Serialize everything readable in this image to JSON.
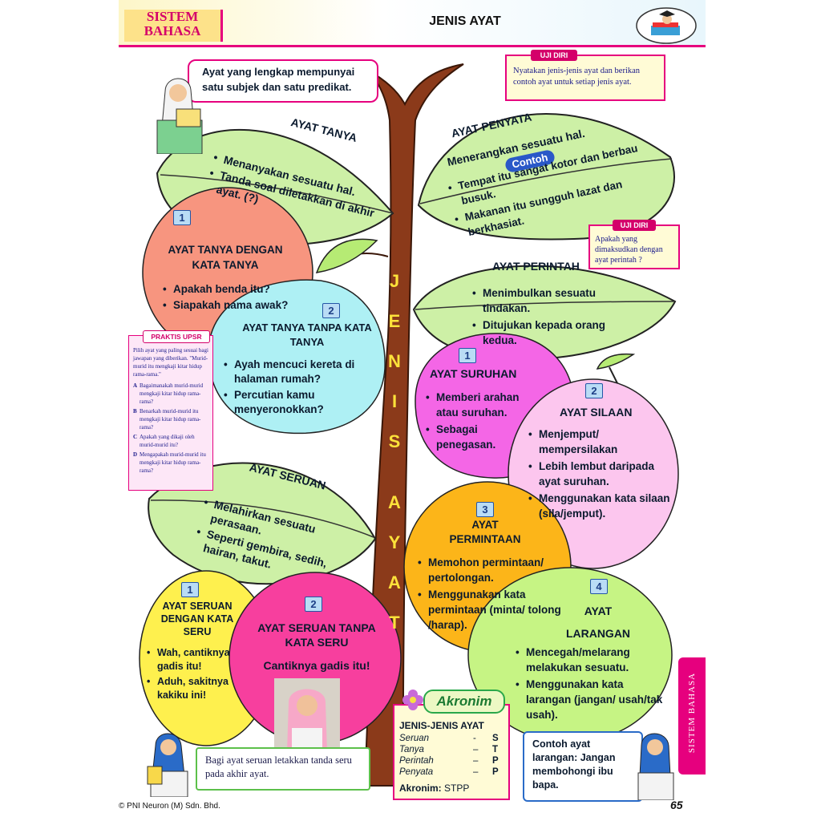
{
  "header": {
    "section": "SISTEM BAHASA",
    "section_line1": "SISTEM",
    "section_line2": "BAHASA",
    "title": "JENIS AYAT"
  },
  "intro": "Ayat yang lengkap mempunyai satu subjek dan satu predikat.",
  "uji_diri_1": {
    "badge": "UJI DIRI",
    "text": "Nyatakan jenis-jenis ayat dan berikan contoh ayat untuk setiap jenis ayat."
  },
  "uji_diri_2": {
    "badge": "UJI DIRI",
    "text": "Apakah yang dimaksudkan dengan ayat perintah ?"
  },
  "stem_letters": [
    "J",
    "E",
    "N",
    "I",
    "S",
    "A",
    "Y",
    "A",
    "T"
  ],
  "ayat_tanya": {
    "title": "AYAT TANYA",
    "points": [
      "Menanyakan sesuatu hal.",
      "Tanda soal diletakkan di akhir ayat. (?)"
    ],
    "sub1": {
      "num": "1",
      "title": "AYAT TANYA DENGAN KATA TANYA",
      "points": [
        "Apakah benda itu?",
        "Siapakah nama awak?"
      ]
    },
    "sub2": {
      "num": "2",
      "title": "AYAT TANYA TANPA KATA TANYA",
      "points": [
        "Ayah mencuci kereta di halaman rumah?",
        "Percutian kamu menyeronokkan?"
      ]
    }
  },
  "ayat_penyata": {
    "title": "AYAT PENYATA",
    "desc": "Menerangkan sesuatu hal.",
    "contoh": "Contoh",
    "points": [
      "Tempat itu sangat kotor dan berbau busuk.",
      "Makanan itu sungguh lazat dan berkhasiat."
    ]
  },
  "ayat_perintah": {
    "title": "AYAT PERINTAH",
    "points": [
      "Menimbulkan sesuatu tindakan.",
      "Ditujukan kepada orang kedua."
    ],
    "sub1": {
      "num": "1",
      "title": "AYAT SURUHAN",
      "points": [
        "Memberi arahan atau suruhan.",
        "Sebagai penegasan."
      ]
    },
    "sub2": {
      "num": "2",
      "title": "AYAT SILAAN",
      "points": [
        "Menjemput/ mempersilakan",
        "Lebih lembut daripada ayat suruhan.",
        "Menggunakan kata silaan (sila/jemput)."
      ]
    },
    "sub3": {
      "num": "3",
      "title": "AYAT PERMINTAAN",
      "points": [
        "Memohon permintaan/ pertolongan.",
        "Menggunakan kata permintaan (minta/ tolong /harap)."
      ]
    },
    "sub4": {
      "num": "4",
      "title": "AYAT LARANGAN",
      "points": [
        "Mencegah/melarang melakukan sesuatu.",
        "Menggunakan kata larangan (jangan/ usah/tak usah)."
      ]
    }
  },
  "ayat_seruan": {
    "title": "AYAT SERUAN",
    "points": [
      "Melahirkan sesuatu perasaan.",
      "Seperti gembira, sedih, hairan, takut."
    ],
    "sub1": {
      "num": "1",
      "title": "AYAT SERUAN DENGAN KATA SERU",
      "points": [
        "Wah, cantiknya gadis itu!",
        "Aduh, sakitnya kakiku ini!"
      ]
    },
    "sub2": {
      "num": "2",
      "title": "AYAT SERUAN TANPA KATA SERU",
      "example": "Cantiknya gadis itu!"
    }
  },
  "praktis": {
    "badge": "PRAKTIS UPSR",
    "question": "Pilih ayat yang paling sesuai bagi jawapan yang diberikan. \"Murid-murid itu mengkaji kitar hidup rama-rama.\"",
    "options": [
      {
        "key": "A",
        "text": "Bagaimanakah murid-murid mengkaji kitar hidup rama-rama?"
      },
      {
        "key": "B",
        "text": "Benarkah murid-murid itu mengkaji kitar hidup rama-rama?"
      },
      {
        "key": "C",
        "text": "Apakah yang dikaji oleh murid-murid itu?"
      },
      {
        "key": "D",
        "text": "Mengapakah murid-murid itu mengkaji kitar hidup rama-rama?"
      }
    ]
  },
  "akronim": {
    "badge": "Akronim",
    "title": "JENIS-JENIS AYAT",
    "rows": [
      {
        "word": "Seruan",
        "dash": "-",
        "letter": "S"
      },
      {
        "word": "Tanya",
        "dash": "–",
        "letter": "T"
      },
      {
        "word": "Perintah",
        "dash": "–",
        "letter": "P"
      },
      {
        "word": "Penyata",
        "dash": "–",
        "letter": "P"
      }
    ],
    "label": "Akronim:",
    "value": "STPP"
  },
  "note_seruan": "Bagi ayat seruan letakkan tanda seru pada akhir ayat.",
  "note_larangan": "Contoh ayat larangan: Jangan membohongi ibu bapa.",
  "side_tab": "SISTEM BAHASA",
  "footer": {
    "copyright": "© PNI Neuron (M) Sdn. Bhd.",
    "page": "65"
  },
  "colors": {
    "leaf": "#cdf0a6",
    "stem": "#8b3a1a",
    "salmon": "#f7957f",
    "cyan": "#aef0f4",
    "magenta": "#f466e6",
    "pink": "#fcc6ee",
    "orange": "#fcb519",
    "lime": "#c6f484",
    "yellow": "#fef04e",
    "hotpink": "#f73f9e"
  }
}
